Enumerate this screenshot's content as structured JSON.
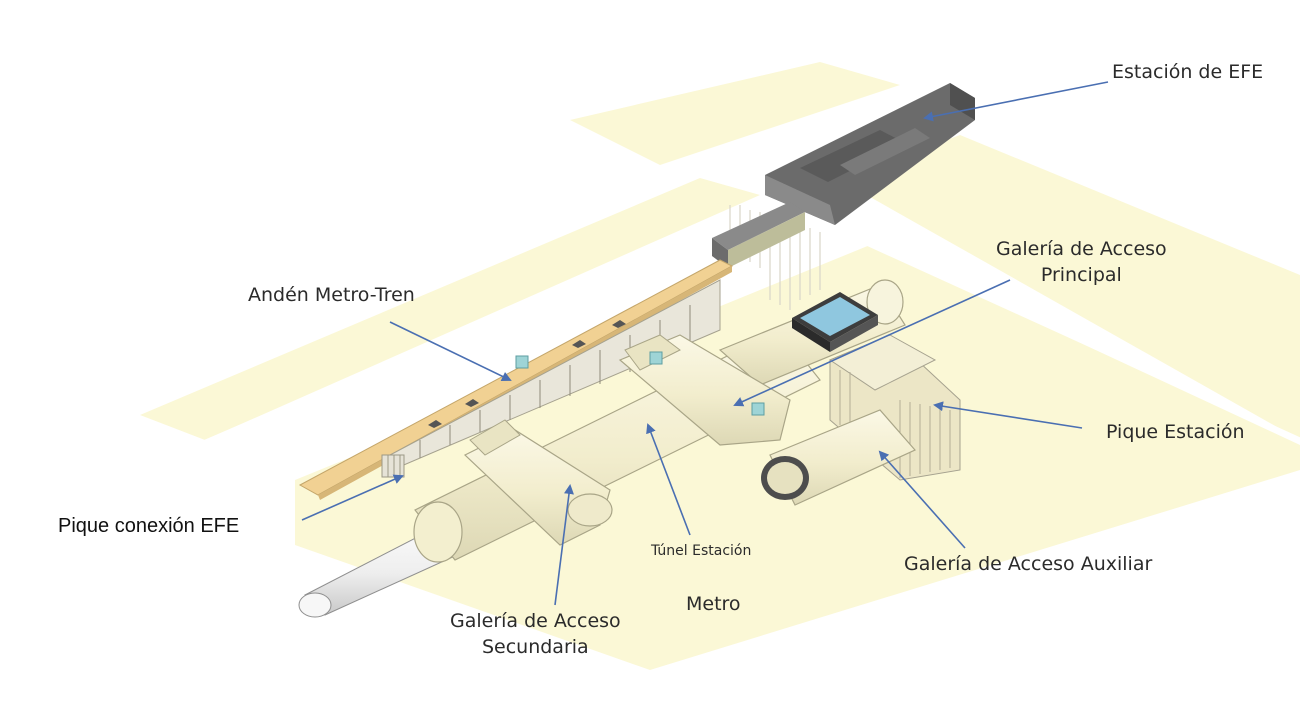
{
  "colors": {
    "ground": "#fbf8d6",
    "street": "#ffffff",
    "tunnel_fill": "#f3efcf",
    "tunnel_stroke": "#a9a587",
    "platform": "#f1d193",
    "station_efe": "#6b6b6b",
    "arrow": "#4a6fb2",
    "shaft_box": "#ece6c6"
  },
  "labels": {
    "estacion_efe": "Estación de EFE",
    "galeria_principal_1": "Galería de Acceso",
    "galeria_principal_2": "Principal",
    "anden": "Andén Metro-Tren",
    "pique_estacion": "Pique Estación",
    "pique_conexion": "Pique conexión EFE",
    "tunel_estacion": "Túnel Estación",
    "metro": "Metro",
    "galeria_auxiliar": "Galería de Acceso Auxiliar",
    "galeria_secundaria_1": "Galería de Acceso",
    "galeria_secundaria_2": "Secundaria"
  }
}
